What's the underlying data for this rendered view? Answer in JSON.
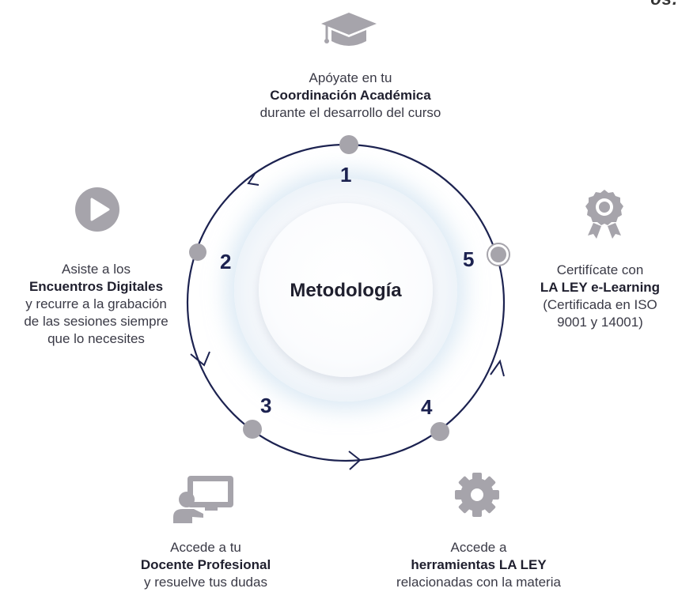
{
  "corner_text": "os.",
  "center": {
    "title": "Metodología"
  },
  "steps": [
    {
      "number": "1",
      "line1": "Apóyate en tu",
      "bold": "Coordinación Académica",
      "line3": "durante el desarrollo del curso",
      "line4": "",
      "icon": "graduation-cap-icon"
    },
    {
      "number": "2",
      "line1": "Asiste a los",
      "bold": "Encuentros Digitales",
      "line3": "y recurre a la grabación",
      "line4": "de las sesiones siempre",
      "line5": "que lo necesites",
      "icon": "play-icon"
    },
    {
      "number": "3",
      "line1": "Accede a tu",
      "bold": "Docente Profesional",
      "line3": "y resuelve tus dudas",
      "icon": "teacher-board-icon"
    },
    {
      "number": "4",
      "line1": "Accede a",
      "bold": "herramientas LA LEY",
      "line3": "relacionadas con la materia",
      "icon": "gear-icon"
    },
    {
      "number": "5",
      "line1": "Certifícate con",
      "bold": "LA LEY e-Learning",
      "line3": "(Certificada en ISO",
      "line4": "9001 y 14001)",
      "icon": "award-icon"
    }
  ],
  "colors": {
    "circle": "#1c2250",
    "node": "#a6a4ab",
    "icon": "#a6a4ab",
    "number": "#1c2250"
  }
}
